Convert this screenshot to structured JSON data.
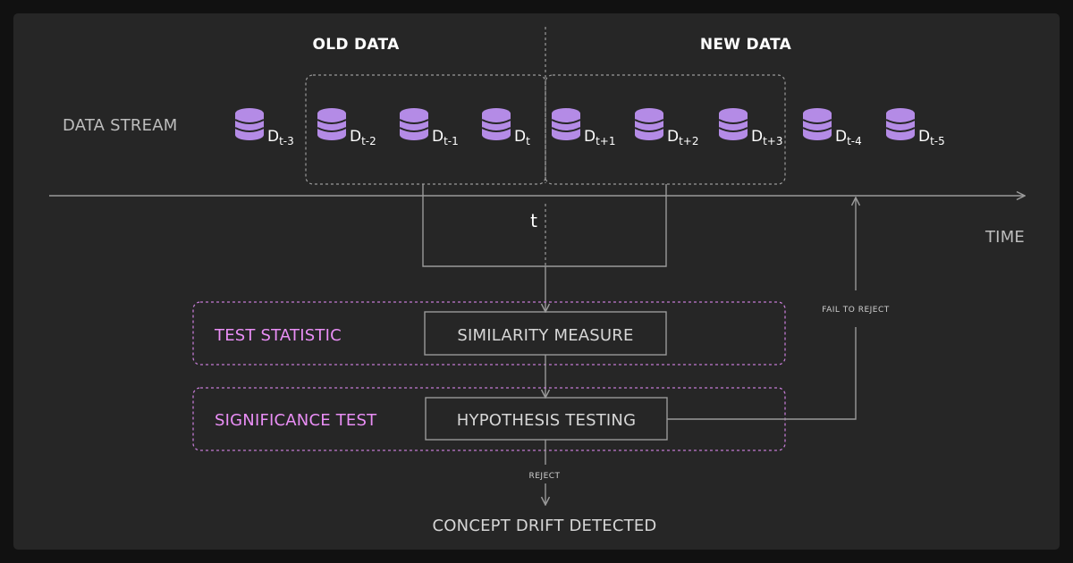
{
  "headings": {
    "old_data": "OLD DATA",
    "new_data": "NEW DATA"
  },
  "data_stream_label": "DATA STREAM",
  "time_label": "TIME",
  "t_label": "t",
  "chunks": [
    {
      "base": "D",
      "sub": "t-3"
    },
    {
      "base": "D",
      "sub": "t-2"
    },
    {
      "base": "D",
      "sub": "t-1"
    },
    {
      "base": "D",
      "sub": "t"
    },
    {
      "base": "D",
      "sub": "t+1"
    },
    {
      "base": "D",
      "sub": "t+2"
    },
    {
      "base": "D",
      "sub": "t+3"
    },
    {
      "base": "D",
      "sub": "t-4"
    },
    {
      "base": "D",
      "sub": "t-5"
    }
  ],
  "stages": {
    "test_statistic": "TEST STATISTIC",
    "similarity_measure": "SIMILARITY MEASURE",
    "significance_test": "SIGNIFICANCE TEST",
    "hypothesis_testing": "HYPOTHESIS TESTING"
  },
  "edges": {
    "fail_to_reject": "FAIL TO REJECT",
    "reject": "REJECT"
  },
  "result": "CONCEPT DRIFT DETECTED",
  "colors": {
    "background": "#262626",
    "database_icon": "#b48be6",
    "accent_pink": "#e98ef5",
    "line": "#9a9a9a"
  }
}
